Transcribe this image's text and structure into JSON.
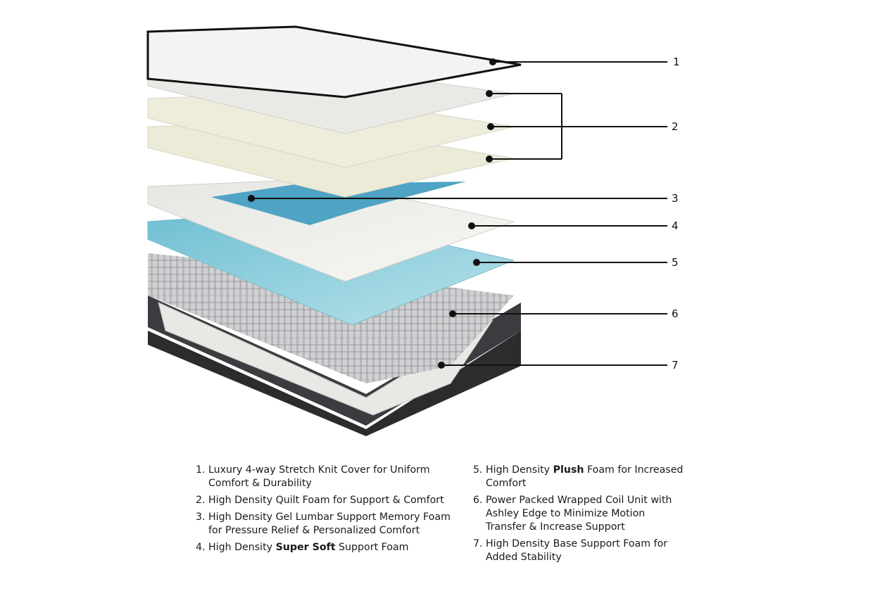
{
  "callout_numbers": [
    "1",
    "2",
    "3",
    "4",
    "5",
    "6",
    "7"
  ],
  "legend": [
    {
      "num": "1.",
      "pre": "Luxury 4-way Stretch Knit Cover for Uniform Comfort & Durability",
      "bold": "",
      "post": ""
    },
    {
      "num": "2.",
      "pre": "High Density Quilt Foam for Support & Comfort",
      "bold": "",
      "post": ""
    },
    {
      "num": "3.",
      "pre": "High Density Gel Lumbar Support Memory Foam for Pressure Relief & Personalized Comfort",
      "bold": "",
      "post": ""
    },
    {
      "num": "4.",
      "pre": "High Density ",
      "bold": "Super Soft",
      "post": " Support Foam"
    },
    {
      "num": "5.",
      "pre": "High Density ",
      "bold": "Plush",
      "post": " Foam for Increased Comfort"
    },
    {
      "num": "6.",
      "pre": "Power Packed Wrapped Coil Unit with Ashley Edge to Minimize Motion Transfer & Increase Support",
      "bold": "",
      "post": ""
    },
    {
      "num": "7.",
      "pre": "High Density Base Support Foam for Added Stability",
      "bold": "",
      "post": ""
    }
  ],
  "colors": {
    "gel": "#4fa3c4",
    "plush": "#8fcfdc",
    "coil": "#a9abad",
    "base": "#2b2c2e"
  }
}
